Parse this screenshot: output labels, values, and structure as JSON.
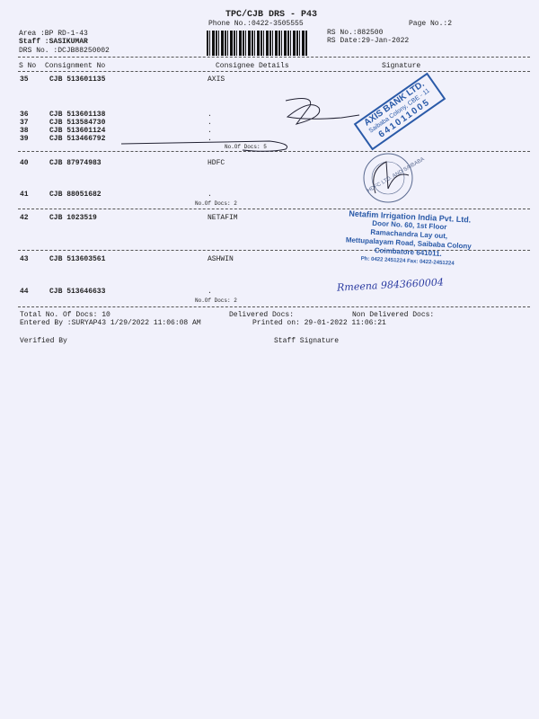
{
  "header": {
    "title": "TPC/CJB  DRS - P43",
    "phone": "Phone No.:0422-3505555",
    "page": "Page No.:2",
    "area": "Area :BP RD-1-43",
    "staff": "Staff :SASIKUMAR",
    "drs_no": "DRS No. :DCJB88250002",
    "rs_no": "RS No.:882500",
    "rs_date": "RS Date:29-Jan-2022"
  },
  "columns": {
    "sno": "S No",
    "consignment": "Consignment No",
    "consignee": "Consignee Details",
    "signature": "Signature"
  },
  "rows": [
    {
      "sno": "35",
      "cn": "CJB 513601135",
      "consignee": "AXIS"
    },
    {
      "sno": "36",
      "cn": "CJB 513601138",
      "consignee": "."
    },
    {
      "sno": "37",
      "cn": "CJB 513584730",
      "consignee": "."
    },
    {
      "sno": "38",
      "cn": "CJB 513601124",
      "consignee": "."
    },
    {
      "sno": "39",
      "cn": "CJB 513466792",
      "consignee": "."
    },
    {
      "sno": "40",
      "cn": "CJB 87974983",
      "consignee": "HDFC"
    },
    {
      "sno": "41",
      "cn": "CJB 88051682",
      "consignee": "."
    },
    {
      "sno": "42",
      "cn": "CJB 1023519",
      "consignee": "NETAFIM"
    },
    {
      "sno": "43",
      "cn": "CJB 513603561",
      "consignee": "ASHWIN"
    },
    {
      "sno": "44",
      "cn": "CJB 513646633",
      "consignee": "."
    }
  ],
  "group_counts": [
    "No.Of Docs: 5",
    "No.Of Docs: 2",
    "No.Of Docs: 2"
  ],
  "footer": {
    "total": "Total No. Of Docs:  10",
    "delivered": "Delivered Docs:",
    "non_delivered": "Non Delivered Docs:",
    "entered_by": "Entered By :SURYAP43 1/29/2022 11:06:08 AM",
    "printed_on": "Printed on: 29-01-2022 11:06:21",
    "verified_by": "Verified By",
    "staff_signature": "Staff Signature"
  },
  "stamps": {
    "axis": [
      "AXIS BANK LTD.",
      "Saibaba Colony, CBE - 11",
      "641011005"
    ],
    "hdfc": "HDFC LTD. AND SAIBABA",
    "netafim": [
      "Netafim Irrigation India Pvt. Ltd.",
      "Door No. 60, 1st Floor",
      "Ramachandra Lay out,",
      "Mettupalayam Road, Saibaba Colony",
      "Coimbatore 641011.",
      "Ph: 0422 2451224   Fax: 0422-2451224"
    ],
    "handwritten": "Rmeena 9843660004"
  },
  "colors": {
    "stamp": "#2a5aa8",
    "paper": "#f1f1fb"
  }
}
